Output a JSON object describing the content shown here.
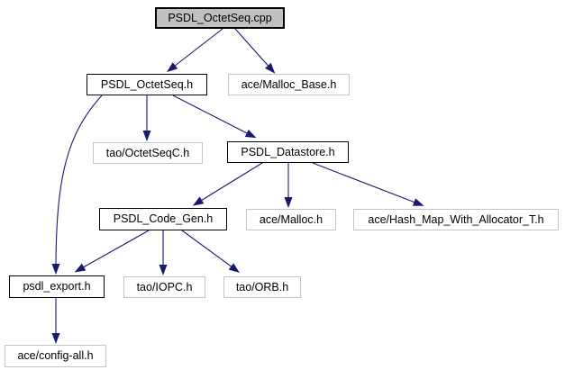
{
  "graph": {
    "nodes": [
      {
        "label": "PSDL_OctetSeq.cpp",
        "type": "main"
      },
      {
        "label": "PSDL_OctetSeq.h",
        "type": "internal"
      },
      {
        "label": "ace/Malloc_Base.h",
        "type": "external"
      },
      {
        "label": "tao/OctetSeqC.h",
        "type": "external"
      },
      {
        "label": "PSDL_Datastore.h",
        "type": "internal"
      },
      {
        "label": "PSDL_Code_Gen.h",
        "type": "internal"
      },
      {
        "label": "ace/Malloc.h",
        "type": "external"
      },
      {
        "label": "ace/Hash_Map_With_Allocator_T.h",
        "type": "external"
      },
      {
        "label": "psdl_export.h",
        "type": "internal"
      },
      {
        "label": "tao/IOPC.h",
        "type": "external"
      },
      {
        "label": "tao/ORB.h",
        "type": "external"
      },
      {
        "label": "ace/config-all.h",
        "type": "external"
      }
    ],
    "edges": [
      {
        "from": "PSDL_OctetSeq.cpp",
        "to": "PSDL_OctetSeq.h"
      },
      {
        "from": "PSDL_OctetSeq.cpp",
        "to": "ace/Malloc_Base.h"
      },
      {
        "from": "PSDL_OctetSeq.h",
        "to": "tao/OctetSeqC.h"
      },
      {
        "from": "PSDL_OctetSeq.h",
        "to": "PSDL_Datastore.h"
      },
      {
        "from": "PSDL_OctetSeq.h",
        "to": "psdl_export.h"
      },
      {
        "from": "PSDL_Datastore.h",
        "to": "PSDL_Code_Gen.h"
      },
      {
        "from": "PSDL_Datastore.h",
        "to": "ace/Malloc.h"
      },
      {
        "from": "PSDL_Datastore.h",
        "to": "ace/Hash_Map_With_Allocator_T.h"
      },
      {
        "from": "PSDL_Code_Gen.h",
        "to": "psdl_export.h"
      },
      {
        "from": "PSDL_Code_Gen.h",
        "to": "tao/IOPC.h"
      },
      {
        "from": "PSDL_Code_Gen.h",
        "to": "tao/ORB.h"
      },
      {
        "from": "psdl_export.h",
        "to": "ace/config-all.h"
      }
    ],
    "colors": {
      "edge": "#191970",
      "main_node_fill": "#c0c0c0",
      "node_fill": "#ffffff",
      "internal_border": "#000000",
      "external_border": "#c4c4c4",
      "text": "#000000",
      "background": "#ffffff"
    }
  }
}
